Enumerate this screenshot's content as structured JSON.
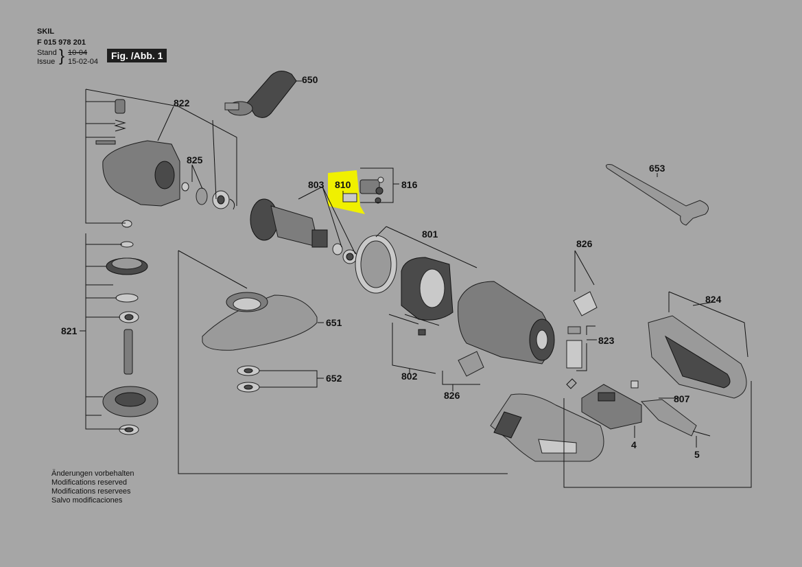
{
  "header": {
    "brand": "SKIL",
    "part_no": "F 015 978 201",
    "stand_label": "Stand",
    "stand_date": "10-04",
    "issue_label": "Issue",
    "issue_date": "15-02-04",
    "figure": "Fig. /Abb. 1"
  },
  "parts": {
    "p650": "650",
    "p822": "822",
    "p825": "825",
    "p803": "803",
    "p810": "810",
    "p816": "816",
    "p653": "653",
    "p801": "801",
    "p826a": "826",
    "p651": "651",
    "p824": "824",
    "p821": "821",
    "p823": "823",
    "p652": "652",
    "p802": "802",
    "p826b": "826",
    "p807": "807",
    "p4": "4",
    "p5": "5"
  },
  "highlight_color": "#f0f000",
  "notes": [
    "Änderungen vorbehalten",
    "Modifications reserved",
    "Modifications reservees",
    "Salvo modificaciones"
  ]
}
